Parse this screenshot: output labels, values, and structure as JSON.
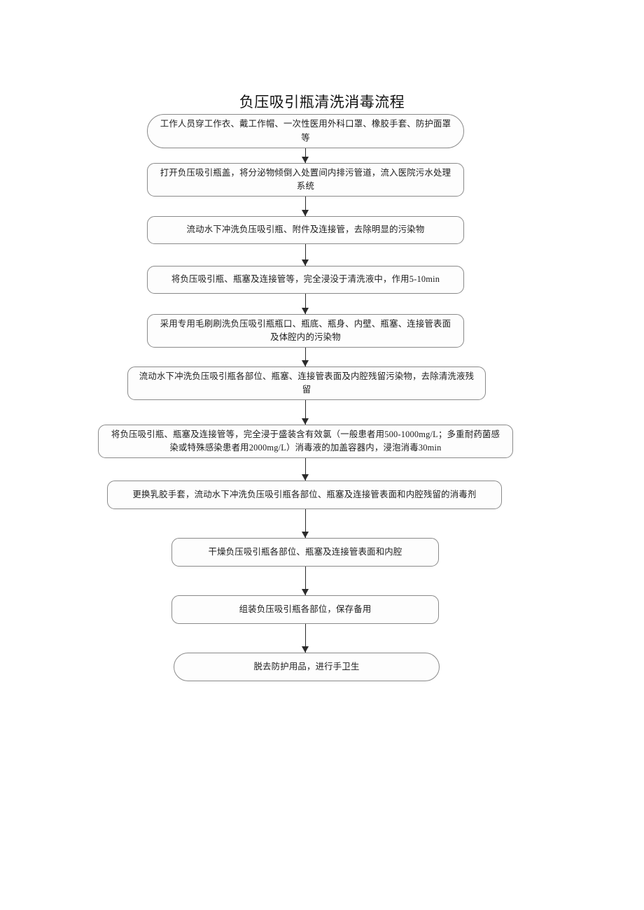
{
  "document": {
    "title": "负压吸引瓶清洗消毒流程"
  },
  "flow": {
    "node_shape_default": "rounded",
    "border_color": "#8a8a8a",
    "connector_color": "#2b2b2b",
    "nodes": [
      {
        "id": "ppe",
        "shape": "pill",
        "text": "工作人员穿工作衣、戴工作帽、一次性医用外科口罩、橡胶手套、防护面罩等"
      },
      {
        "id": "empty-secretions",
        "shape": "rounded",
        "text": "打开负压吸引瓶盖，将分泌物倾倒入处置间内排污管道，流入医院污水处理系统"
      },
      {
        "id": "rinse-running-water",
        "shape": "rounded",
        "text": "流动水下冲洗负压吸引瓶、附件及连接管，去除明显的污染物"
      },
      {
        "id": "soak-detergent",
        "shape": "rounded",
        "text": "将负压吸引瓶、瓶塞及连接管等，完全浸没于清洗液中，作用5-10min"
      },
      {
        "id": "brush-clean",
        "shape": "rounded",
        "text": "采用专用毛刷刷洗负压吸引瓶瓶口、瓶底、瓶身、内壁、瓶塞、连接管表面及体腔内的污染物"
      },
      {
        "id": "rinse-residue",
        "shape": "rounded",
        "text": "流动水下冲洗负压吸引瓶各部位、瓶塞、连接管表面及内腔残留污染物，去除清洗液残留"
      },
      {
        "id": "disinfect-soak",
        "shape": "rounded",
        "text": "将负压吸引瓶、瓶塞及连接管等，完全浸于盛装含有效氯（一般患者用500-1000mg/L；多重耐药菌感染或特殊感染患者用2000mg/L）消毒液的加盖容器内，浸泡消毒30min"
      },
      {
        "id": "change-gloves-rinse",
        "shape": "rounded",
        "text": "更换乳胶手套，流动水下冲洗负压吸引瓶各部位、瓶塞及连接管表面和内腔残留的消毒剂"
      },
      {
        "id": "dry",
        "shape": "rounded",
        "text": "干燥负压吸引瓶各部位、瓶塞及连接管表面和内腔"
      },
      {
        "id": "assemble-store",
        "shape": "rounded",
        "text": "组装负压吸引瓶各部位，保存备用"
      },
      {
        "id": "doff-ppe-hand-hygiene",
        "shape": "pill",
        "text": "脱去防护用品，进行手卫生"
      }
    ]
  }
}
